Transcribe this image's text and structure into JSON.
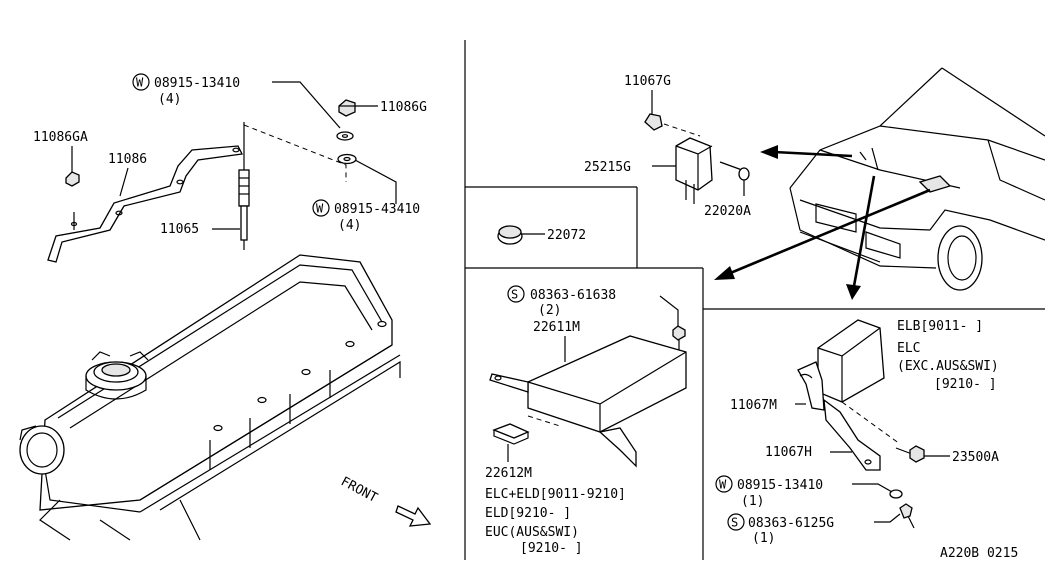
{
  "left_panel": {
    "washer_top": {
      "symbol": "W",
      "part": "08915-13410",
      "qty": "(4)"
    },
    "nut_top": "11086G",
    "bracket_nut": "11086GA",
    "bracket": "11086",
    "washer_bottom": {
      "symbol": "W",
      "part": "08915-43410",
      "qty": "(4)"
    },
    "glow_plug": "11065",
    "front_label": "FRONT"
  },
  "upper_mid": {
    "plug": "22072"
  },
  "upper_right": {
    "bolt_nut": "11067G",
    "relay": "25215G",
    "screw": "22020A"
  },
  "lower_mid": {
    "screw": {
      "symbol": "S",
      "part": "08363-61638",
      "qty": "(2)"
    },
    "unit": "22611M",
    "bracket": "22612M",
    "notes": [
      "ELC+ELD[9011-9210]",
      "ELD[9210-   ]",
      "EUC(AUS&SWI)",
      "[9210-   ]"
    ]
  },
  "lower_right": {
    "notes": [
      "ELB[9011-   ]",
      "ELC",
      "(EXC.AUS&SWI)",
      "[9210-   ]"
    ],
    "bracket_top": "11067M",
    "bracket_bottom": "11067H",
    "nut": "23500A",
    "washer": {
      "symbol": "W",
      "part": "08915-13410",
      "qty": "(1)"
    },
    "screw": {
      "symbol": "S",
      "part": "08363-6125G",
      "qty": "(1)"
    }
  },
  "diagram_code": "A220B 0215"
}
